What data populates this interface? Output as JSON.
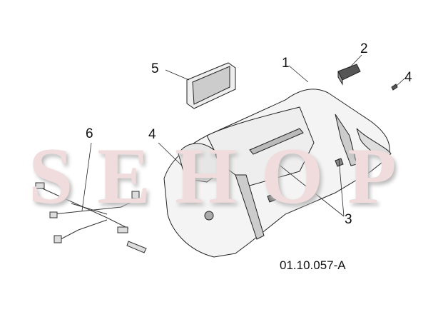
{
  "watermark": "SEHOP",
  "callouts": [
    "1",
    "2",
    "3",
    "4",
    "4",
    "5",
    "6"
  ],
  "drawing_code": "01.10.057-A"
}
